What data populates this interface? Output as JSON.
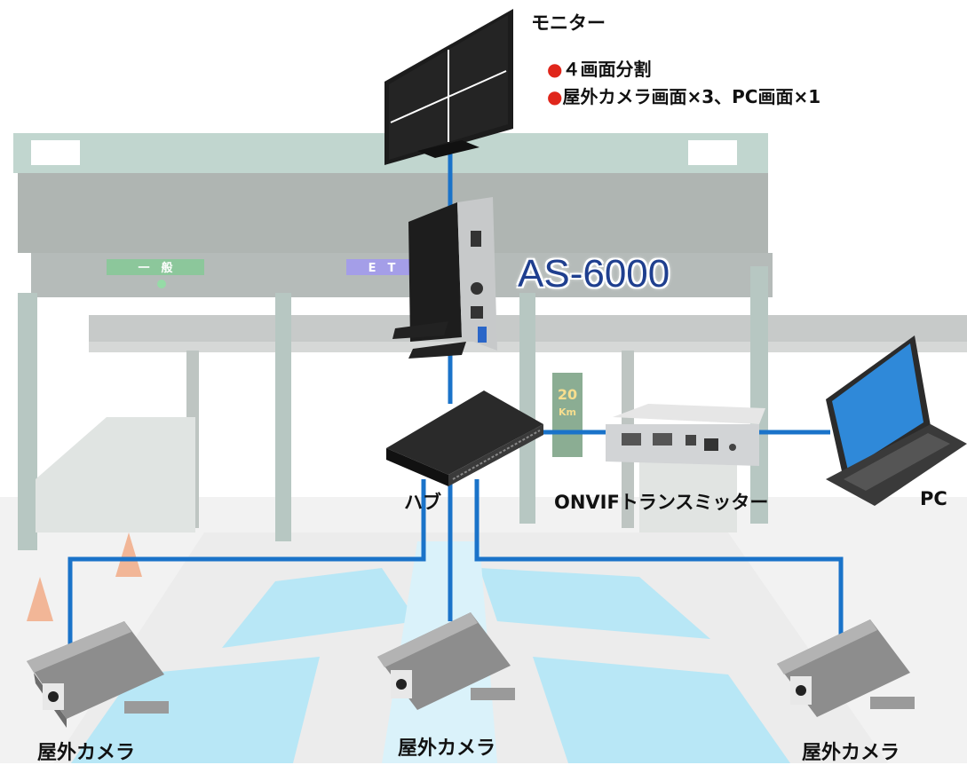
{
  "monitor": {
    "title": "モニター",
    "notes": [
      {
        "bullet": "●",
        "text": "４画面分割"
      },
      {
        "bullet": "●",
        "text": "屋外カメラ画面×3、PC画面×1"
      }
    ]
  },
  "device_name": "AS-6000",
  "nodes": {
    "hub": "ハブ",
    "transmitter": "ONVIFトランスミッター",
    "pc": "PC",
    "cameras": [
      "屋外カメラ",
      "屋外カメラ",
      "屋外カメラ"
    ]
  },
  "background_signs": {
    "general_lane": "一　般",
    "etc_lane": "E　T",
    "speed_value": "20",
    "speed_unit": "Km"
  },
  "colors": {
    "cable": "#1a73c9",
    "bullet": "#e0261b",
    "device_name": "#1f3f8f"
  },
  "icons": [
    "monitor-icon",
    "pc-tower-icon",
    "network-switch-icon",
    "transmitter-icon",
    "laptop-icon",
    "security-camera-icon"
  ]
}
